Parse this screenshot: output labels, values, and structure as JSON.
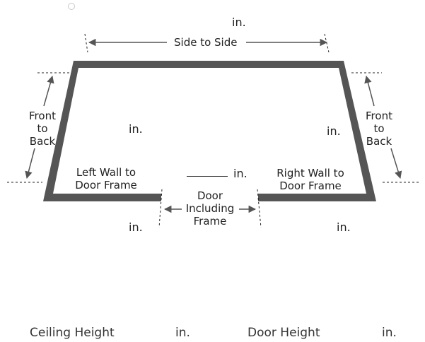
{
  "colors": {
    "wall": "#555555",
    "arrow": "#555555",
    "text": "#222222"
  },
  "units": {
    "top": "in.",
    "door_middle": "in.",
    "left_inner": "in.",
    "right_inner": "in.",
    "left_below": "in.",
    "right_below": "in.",
    "ceiling": "in.",
    "door_height": "in."
  },
  "labels": {
    "side_to_side": "Side to Side",
    "front_to_back_left": [
      "Front",
      "to",
      "Back"
    ],
    "front_to_back_right": [
      "Front",
      "to",
      "Back"
    ],
    "left_wall": [
      "Left Wall to",
      "Door Frame"
    ],
    "right_wall": [
      "Right Wall to",
      "Door Frame"
    ],
    "door": [
      "Door",
      "Including",
      "Frame"
    ],
    "ceiling_height": "Ceiling Height",
    "door_height": "Door Height"
  },
  "fields": {
    "side_to_side": "",
    "front_to_back_left": "",
    "front_to_back_right": "",
    "left_wall": "",
    "right_wall": "",
    "door": "",
    "ceiling_height": "",
    "door_height": ""
  },
  "icons": {
    "radio": "radio-option-icon"
  }
}
